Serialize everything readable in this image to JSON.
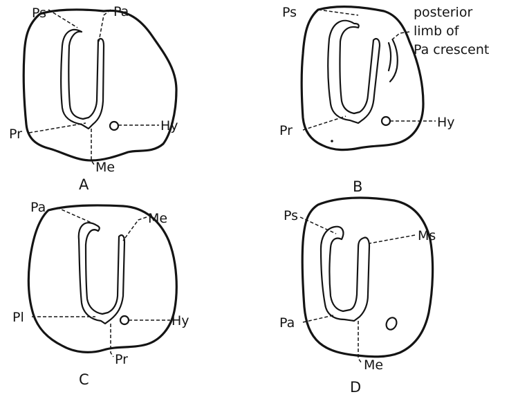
{
  "panels": {
    "a": {
      "letter": "A",
      "labels": {
        "ps": "Ps",
        "pa": "Pa",
        "pr": "Pr",
        "hy": "Hy",
        "me": "Me"
      }
    },
    "b": {
      "letter": "B",
      "labels": {
        "ps": "Ps",
        "note_1": "posterior",
        "note_2": "limb of",
        "note_3": "Pa crescent",
        "pr": "Pr",
        "hy": "Hy"
      }
    },
    "c": {
      "letter": "C",
      "labels": {
        "pa": "Pa",
        "me": "Me",
        "pl": "Pl",
        "hy": "Hy",
        "pr": "Pr"
      }
    },
    "d": {
      "letter": "D",
      "labels": {
        "ps": "Ps",
        "ms": "Ms",
        "pa": "Pa",
        "me": "Me"
      }
    }
  }
}
